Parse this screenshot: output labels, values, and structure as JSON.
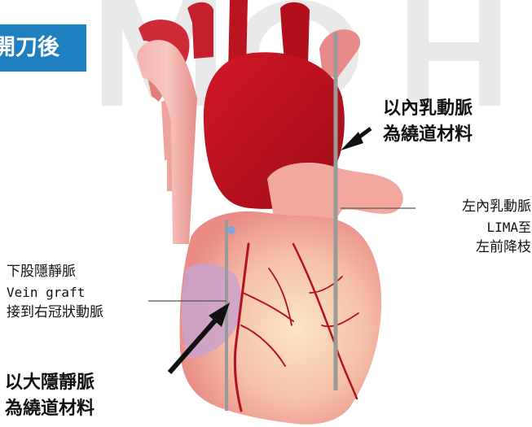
{
  "header": {
    "title": "開刀後"
  },
  "watermark": {
    "text": "MOH"
  },
  "labels": {
    "lima_bypass": {
      "line1": "以內乳動脈",
      "line2": "為繞道材料"
    },
    "lima_graft": {
      "line1": "左內乳動脈",
      "line2": "LIMA至",
      "line3": "左前降枝"
    },
    "vein_graft": {
      "line1": "下股隱靜脈",
      "line2": "Vein graft",
      "line3": "接到右冠狀動脈"
    },
    "saphenous_bypass": {
      "line1": "以大隱靜脈",
      "line2": "為繞道材料"
    }
  },
  "colors": {
    "badge": "#1e7fc1",
    "vessel": "#e88a8a",
    "aorta_dark": "#b5101c",
    "heart": "#f1a9a0",
    "heart_light": "#fbe3bf",
    "graft": "#9a9a9a"
  }
}
